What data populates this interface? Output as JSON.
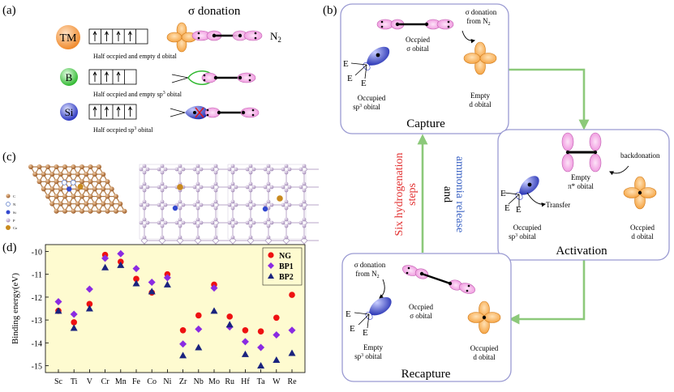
{
  "panel_a": {
    "label": "(a)",
    "heading": "σ donation",
    "n2_label": "N",
    "n2_sub": "2",
    "rows": [
      {
        "atom": "TM",
        "color": "#f5a35a",
        "caption": "Half occpied and empty d obital",
        "arrows": 4,
        "boxes": 5
      },
      {
        "atom": "B",
        "color": "#4cd24c",
        "caption": "Half occpied and empty sp",
        "sup": "3",
        "caption_end": " obital",
        "arrows": 3,
        "boxes": 4
      },
      {
        "atom": "Si",
        "color": "#4a5bd6",
        "caption": "Half occpied sp",
        "sup": "3",
        "caption_end": " obital",
        "arrows": 4,
        "boxes": 4
      }
    ]
  },
  "panel_b": {
    "label": "(b)",
    "capture": {
      "title": "Capture",
      "donation_text": [
        "σ donation",
        "from N"
      ],
      "donation_sub": "2",
      "sigma_label": [
        "Occpied",
        "σ obital"
      ],
      "sp3_label": [
        "Occupied",
        "sp"
      ],
      "sp3_sup": "3",
      "sp3_end": " obital",
      "d_label": [
        "Empty",
        "d obital"
      ],
      "e_labels": [
        "E",
        "E",
        "E"
      ]
    },
    "activation": {
      "title": "Activation",
      "pi_label": [
        "Empty",
        "π* obital"
      ],
      "backdonation": "backdonation",
      "transfer": "Transfer",
      "sp3_label": [
        "Occupied",
        "sp"
      ],
      "sp3_sup": "3",
      "sp3_end": " obital",
      "d_label": [
        "Occpied",
        "d obital"
      ],
      "e_labels": [
        "E",
        "E",
        "E"
      ]
    },
    "recapture": {
      "title": "Recapture",
      "donation_text": [
        "σ donation",
        "from N"
      ],
      "donation_sub": "2",
      "sigma_label": [
        "Occpied",
        "σ obital"
      ],
      "sp3_label": [
        "Empty",
        "sp"
      ],
      "sp3_sup": "3",
      "sp3_end": " obital",
      "d_label": [
        "Occupied",
        "d obital"
      ],
      "e_labels": [
        "E",
        "E",
        "E"
      ]
    },
    "side_text": {
      "red_line1": "Six hydrogenation",
      "red_line2": "steps",
      "and": "and",
      "blue": "ammonia release"
    },
    "colors": {
      "arrow": "#8cc97a",
      "box": "#9a9ad2",
      "pink": "#f2a6e6",
      "orange": "#f7b25a",
      "blue": "#2233bb"
    }
  },
  "panel_c": {
    "label": "(c)",
    "legend": [
      "C",
      "N",
      "Si",
      "P",
      "Co"
    ]
  },
  "chart_data": {
    "type": "scatter",
    "panel_label": "(d)",
    "ylabel": "Binding energy(eV)",
    "ylim": [
      -15.3,
      -9.7
    ],
    "yticks": [
      -10,
      -11,
      -12,
      -13,
      -14,
      -15
    ],
    "categories": [
      "Sc",
      "Ti",
      "V",
      "Cr",
      "Mn",
      "Fe",
      "Co",
      "Ni",
      "Zr",
      "Nb",
      "Mo",
      "Ru",
      "Hf",
      "Ta",
      "W",
      "Re"
    ],
    "series": [
      {
        "name": "NG",
        "marker": "circle",
        "color": "#ee1111",
        "values": [
          -12.6,
          -13.1,
          -12.3,
          -10.15,
          -10.45,
          -11.2,
          -11.8,
          -11.0,
          -13.45,
          -12.8,
          -11.45,
          -12.85,
          -13.45,
          -13.5,
          -12.9,
          -11.9
        ]
      },
      {
        "name": "BP1",
        "marker": "diamond",
        "color": "#8a2be2",
        "values": [
          -12.2,
          -12.75,
          -11.65,
          -10.3,
          -10.1,
          -10.75,
          -11.35,
          -11.15,
          -14.05,
          -13.4,
          -11.6,
          -13.3,
          -13.95,
          -14.2,
          -13.65,
          -13.45
        ]
      },
      {
        "name": "BP2",
        "marker": "triangle",
        "color": "#1a237e",
        "values": [
          -12.6,
          -13.35,
          -12.5,
          -10.7,
          -10.6,
          -11.4,
          -11.75,
          -11.45,
          -14.55,
          -14.2,
          -12.6,
          -13.2,
          -14.5,
          -15.0,
          -14.75,
          -14.45
        ]
      }
    ]
  }
}
